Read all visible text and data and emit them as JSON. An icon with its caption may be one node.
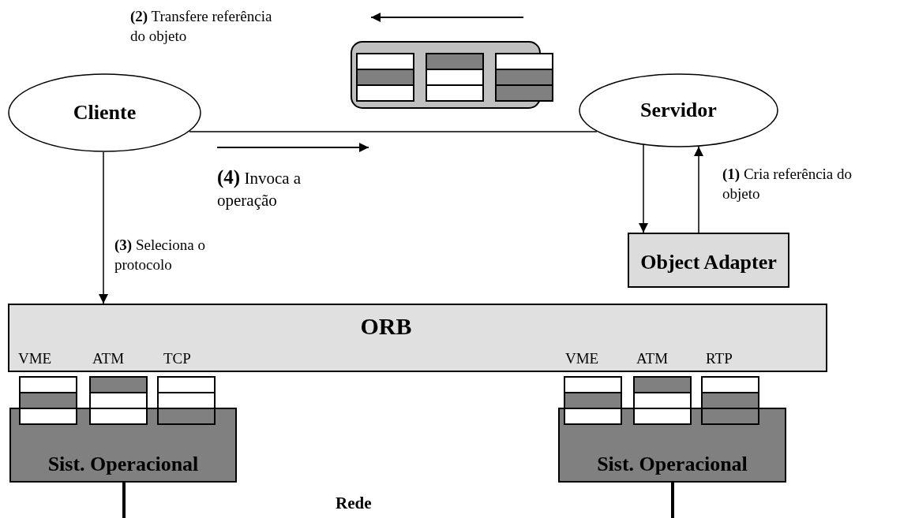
{
  "diagram": {
    "nodes": [
      {
        "text": [
          "Cliente"
        ]
      },
      {
        "text": [
          "Servidor"
        ]
      },
      {
        "text": [
          "Object Adapter"
        ]
      },
      {
        "text": [
          "ORB"
        ]
      },
      {
        "text": [
          "Sist. Operacional"
        ]
      },
      {
        "text": [
          "Sist. Operacional"
        ]
      },
      {
        "text": [],
        "shape": "box"
      }
    ],
    "edges": [
      {
        "from": 0,
        "to": 1,
        "arrow": "none"
      },
      {
        "from": 0,
        "to": 3,
        "arrow": "to",
        "label": "**(3)** Seleciona o protocolo"
      },
      {
        "from": 1,
        "to": 2,
        "arrow": "to"
      },
      {
        "from": 2,
        "to": 1,
        "arrow": "to",
        "label": "**(1)** Cria referência do objeto"
      },
      {
        "from": 4,
        "to": null,
        "arrow": "none",
        "style": "thick"
      },
      {
        "from": 5,
        "to": null,
        "arrow": "none",
        "style": "thick"
      }
    ],
    "labels": [
      "**(2)** Transfere referência do objeto",
      "**(4)** Invoca a operação",
      "VME",
      "ATM",
      "TCP",
      "VME",
      "ATM",
      "RTP",
      "Rede"
    ]
  }
}
